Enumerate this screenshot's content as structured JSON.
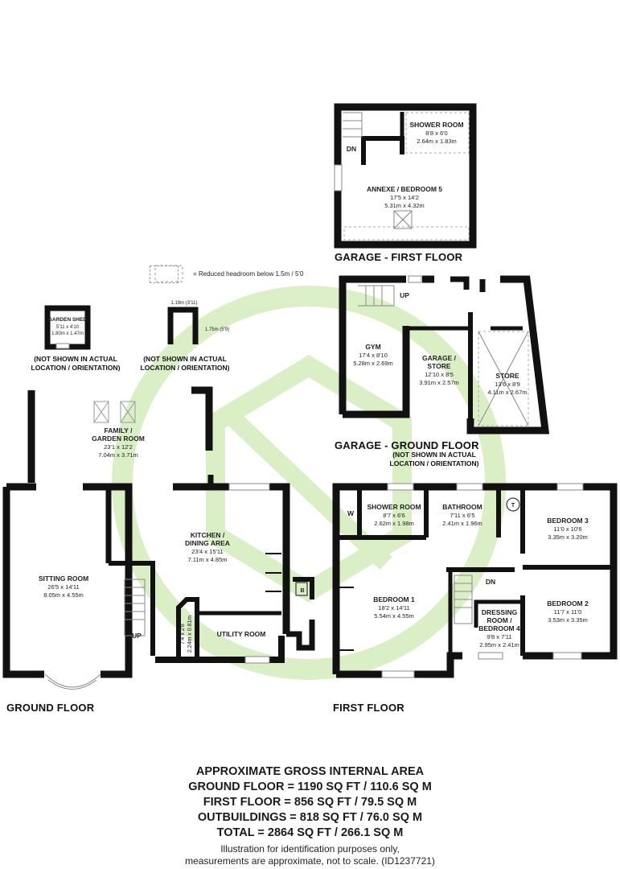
{
  "legend": {
    "text": "= Reduced headroom below 1.5m / 5'0"
  },
  "floors": {
    "ground": "GROUND FLOOR",
    "first": "FIRST FLOOR",
    "garage_ground": "GARAGE - GROUND FLOOR",
    "garage_first": "GARAGE - FIRST FLOOR"
  },
  "notes": {
    "not_shown_1": "(NOT SHOWN IN ACTUAL LOCATION / ORIENTATION)",
    "not_shown_2": "(NOT SHOWN IN ACTUAL LOCATION / ORIENTATION)",
    "not_shown_3": "(NOT SHOWN IN ACTUAL LOCATION / ORIENTATION)"
  },
  "rooms": {
    "shower_room_garage": {
      "name": "SHOWER ROOM",
      "imp": "8'8 x 6'0",
      "met": "2.64m x 1.83m"
    },
    "annexe": {
      "name": "ANNEXE / BEDROOM 5",
      "imp": "17'5 x 14'2",
      "met": "5.31m x 4.32m"
    },
    "gym": {
      "name": "GYM",
      "imp": "17'4 x 8'10",
      "met": "5.28m x 2.69m"
    },
    "garage_store": {
      "name": "GARAGE /",
      "name2": "STORE",
      "imp": "12'10 x 8'5",
      "met": "3.91m x 2.57m"
    },
    "store": {
      "name": "STORE",
      "imp": "13'6 x 8'9",
      "met": "4.11m x 2.67m"
    },
    "garden_shed": {
      "name": "GARDEN SHED",
      "imp": "5'11 x 4'10",
      "met": "1.80m x 1.47m"
    },
    "family": {
      "name": "FAMILY  /",
      "name2": "GARDEN ROOM",
      "imp": "23'1 x 12'2",
      "met": "7.04m x 3.71m"
    },
    "kitchen": {
      "name": "KITCHEN /",
      "name2": "DINING AREA",
      "imp": "23'4 x 15'11",
      "met": "7.11m x 4.85m"
    },
    "sitting": {
      "name": "SITTING ROOM",
      "imp": "26'5 x 14'11",
      "met": "8.05m x 4.55m"
    },
    "utility": {
      "name": "UTILITY ROOM"
    },
    "cupboard": {
      "imp": "7'4 x 2'8",
      "met": "2.24m x 0.81m"
    },
    "shower_room_first": {
      "name": "SHOWER ROOM",
      "imp": "8'7 x 6'6",
      "met": "2.62m x 1.98m"
    },
    "bathroom": {
      "name": "BATHROOM",
      "imp": "7'11 x 6'5",
      "met": "2.41m x 1.96m"
    },
    "bedroom3": {
      "name": "BEDROOM 3",
      "imp": "11'0 x 10'6",
      "met": "3.35m x 3.20m"
    },
    "bedroom1": {
      "name": "BEDROOM 1",
      "imp": "18'2 x 14'11",
      "met": "5.54m x 4.55m"
    },
    "bedroom2": {
      "name": "BEDROOM 2",
      "imp": "11'7 x 11'0",
      "met": "3.53m x 3.35m"
    },
    "dressing": {
      "name": "DRESSING",
      "name2": "ROOM /",
      "name3": "BEDROOM 4",
      "imp": "9'8 x 7'11",
      "met": "2.95m x 2.41m"
    }
  },
  "dims": {
    "outbuilding_width": "1.19m (3'11)",
    "outbuilding_height": "1.75m (5'9)"
  },
  "marks": {
    "dn_garage": "DN",
    "up_garage": "UP",
    "up_ground": "UP",
    "dn_first": "DN",
    "w": "W",
    "t": "T",
    "b": "B"
  },
  "area": {
    "heading": "APPROXIMATE GROSS INTERNAL AREA",
    "ground": "GROUND FLOOR = 1190 SQ FT / 110.6 SQ M",
    "first": "FIRST FLOOR = 856 SQ FT / 79.5 SQ M",
    "outbuildings": "OUTBUILDINGS = 818 SQ FT / 76.0 SQ M",
    "total": "TOTAL = 2864 SQ FT / 266.1 SQ M",
    "disclaimer1": "Illustration for identification purposes only,",
    "disclaimer2": "measurements are approximate, not to scale. (ID1237721)"
  },
  "colors": {
    "wall": "#111111",
    "watermark": "#c8e6a4"
  }
}
